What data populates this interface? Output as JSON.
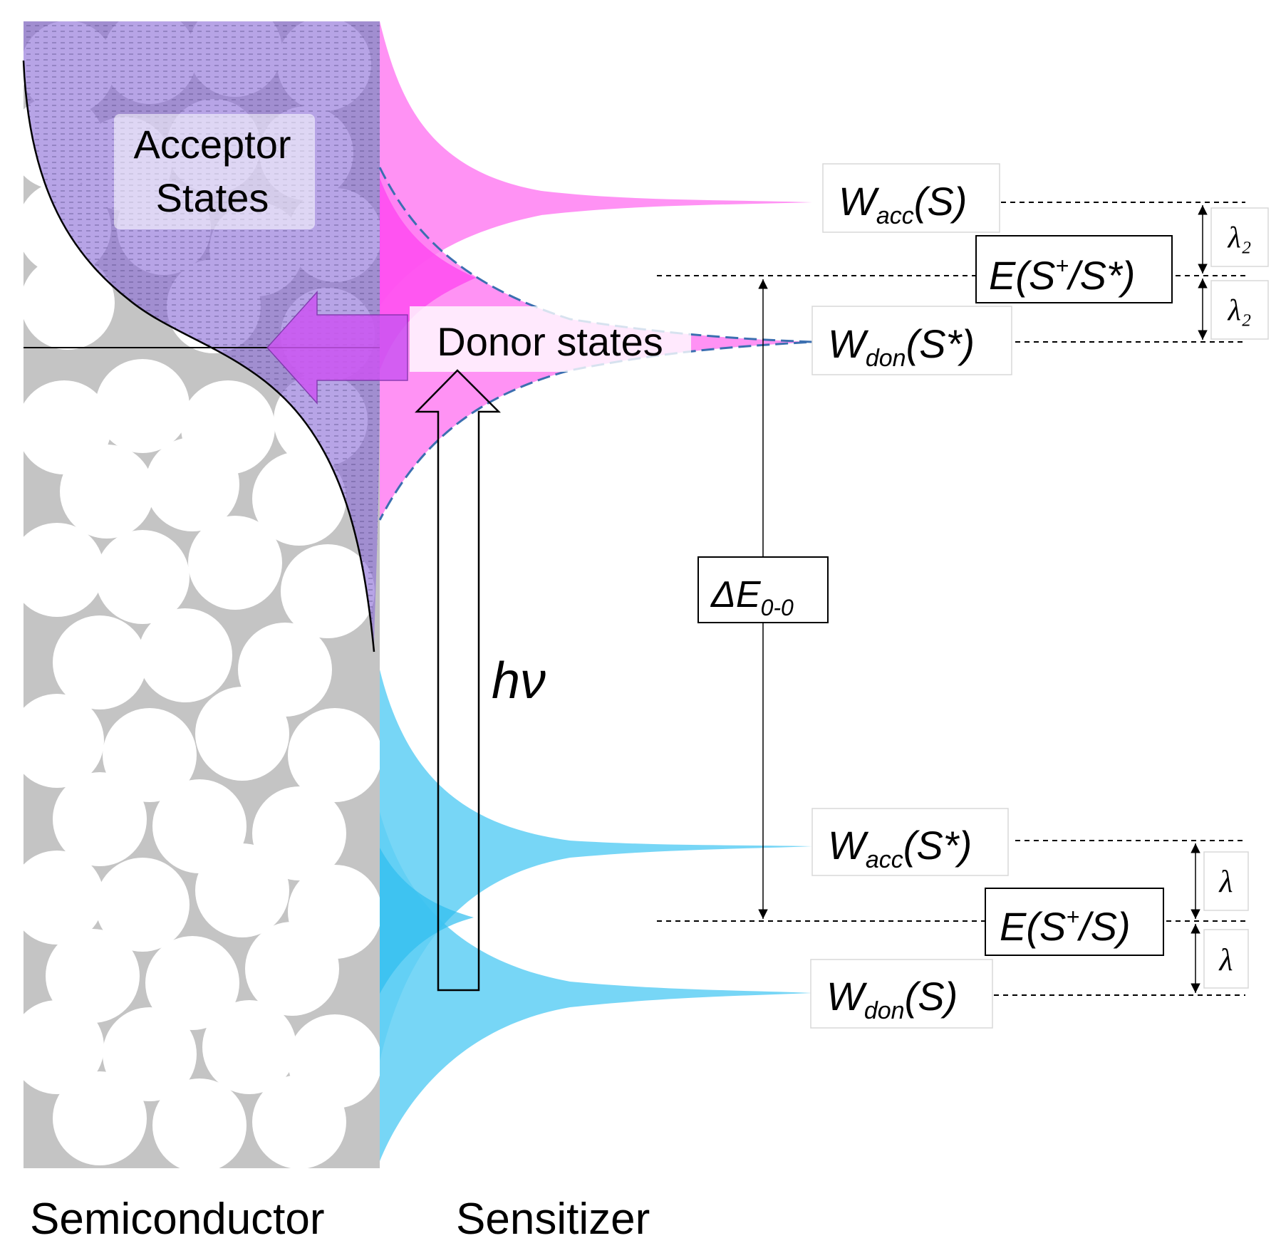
{
  "labels": {
    "acceptor_line1": "Acceptor",
    "acceptor_line2": "States",
    "donor_states": "Donor states",
    "photon": "hν",
    "semiconductor": "Semiconductor",
    "sensitizer": "Sensitizer"
  },
  "levels": {
    "wacc_s": {
      "main": "W",
      "sub": "acc",
      "tail": "(S)"
    },
    "e_splus_sstar": {
      "head": "E(S",
      "sup": "+",
      "tail": "/S*)"
    },
    "wdon_sstar": {
      "main": "W",
      "sub": "don",
      "tail": "(S*)"
    },
    "delta_e00": {
      "main": "ΔE",
      "sub": "0-0"
    },
    "wacc_sstar": {
      "main": "W",
      "sub": "acc",
      "tail": "(S*)"
    },
    "e_splus_s": {
      "head": "E(S",
      "sup": "+",
      "tail": "/S)"
    },
    "wdon_s": {
      "main": "W",
      "sub": "don",
      "tail": "(S)"
    }
  },
  "reorganization": {
    "upper_top": "λ₂",
    "upper_bottom": "λ₂",
    "lower_top": "λ",
    "lower_bottom": "λ"
  },
  "colors": {
    "semiconductor_bg": "#c4c4c4",
    "particle": "#ffffff",
    "acceptor_band": "#8a6cd6",
    "upper_distribution": "#ff7ff2",
    "donor_overlap": "#ff3ff0",
    "lower_distribution": "#5fcff5",
    "lower_overlap": "#2fbdf0",
    "donor_curve": "#3b6fb0"
  }
}
